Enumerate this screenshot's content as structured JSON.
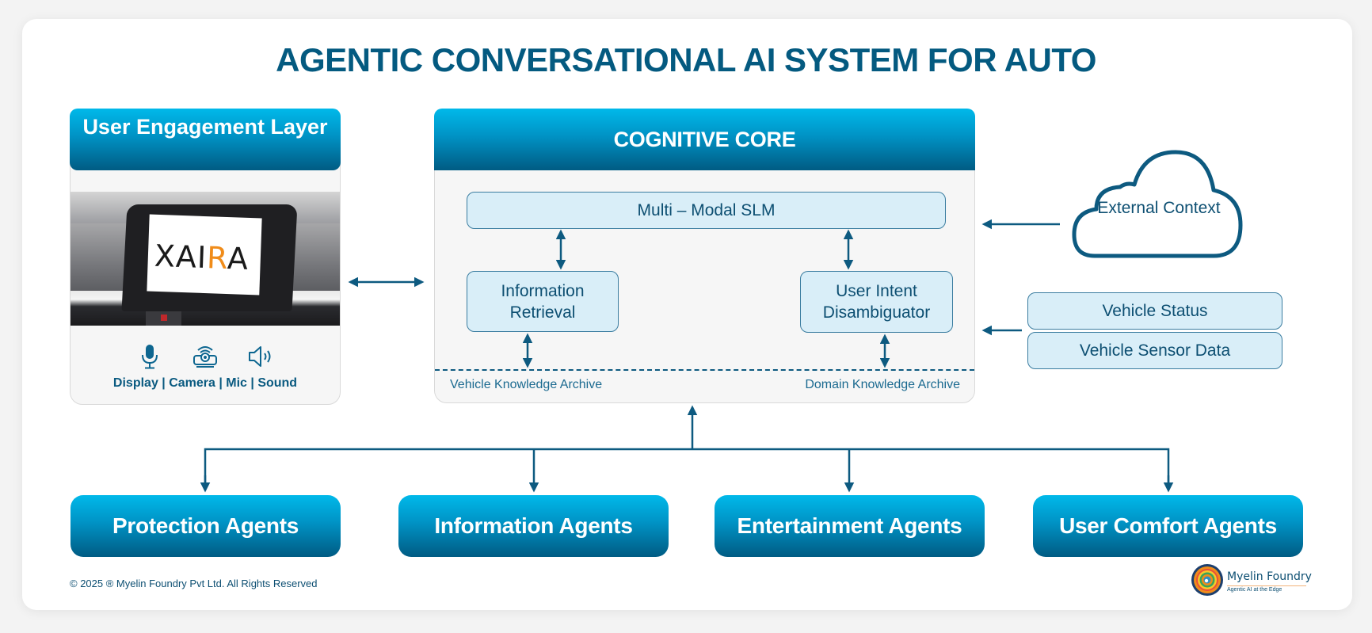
{
  "title": "AGENTIC CONVERSATIONAL AI SYSTEM FOR AUTO",
  "user_engagement": {
    "header": "User Engagement Layer",
    "screen_logo": {
      "left": "XAI",
      "accent": "R",
      "right": "A"
    },
    "io_icons": [
      "microphone-icon",
      "camera-projector-icon",
      "speaker-icon"
    ],
    "io_label": "Display | Camera | Mic | Sound"
  },
  "cognitive_core": {
    "header": "COGNITIVE CORE",
    "slm": "Multi – Modal SLM",
    "info_retrieval": "Information Retrieval",
    "intent": "User Intent Disambiguator",
    "vehicle_archive": "Vehicle Knowledge Archive",
    "domain_archive": "Domain Knowledge Archive"
  },
  "external": {
    "cloud": "External Context",
    "vehicle_status": "Vehicle Status",
    "vehicle_sensor": "Vehicle Sensor Data"
  },
  "agents": [
    "Protection Agents",
    "Information Agents",
    "Entertainment Agents",
    "User Comfort Agents"
  ],
  "footer": {
    "copyright": "© 2025 ® Myelin Foundry Pvt Ltd. All Rights Reserved",
    "brand": "Myelin Foundry",
    "tagline": "Agentic AI at the Edge"
  },
  "colors": {
    "primary_dark": "#045a80",
    "gradient_top": "#00b9ea",
    "gradient_bottom": "#005b83",
    "node_fill": "#d9eef8",
    "logo_accent": "#f08c1a"
  }
}
